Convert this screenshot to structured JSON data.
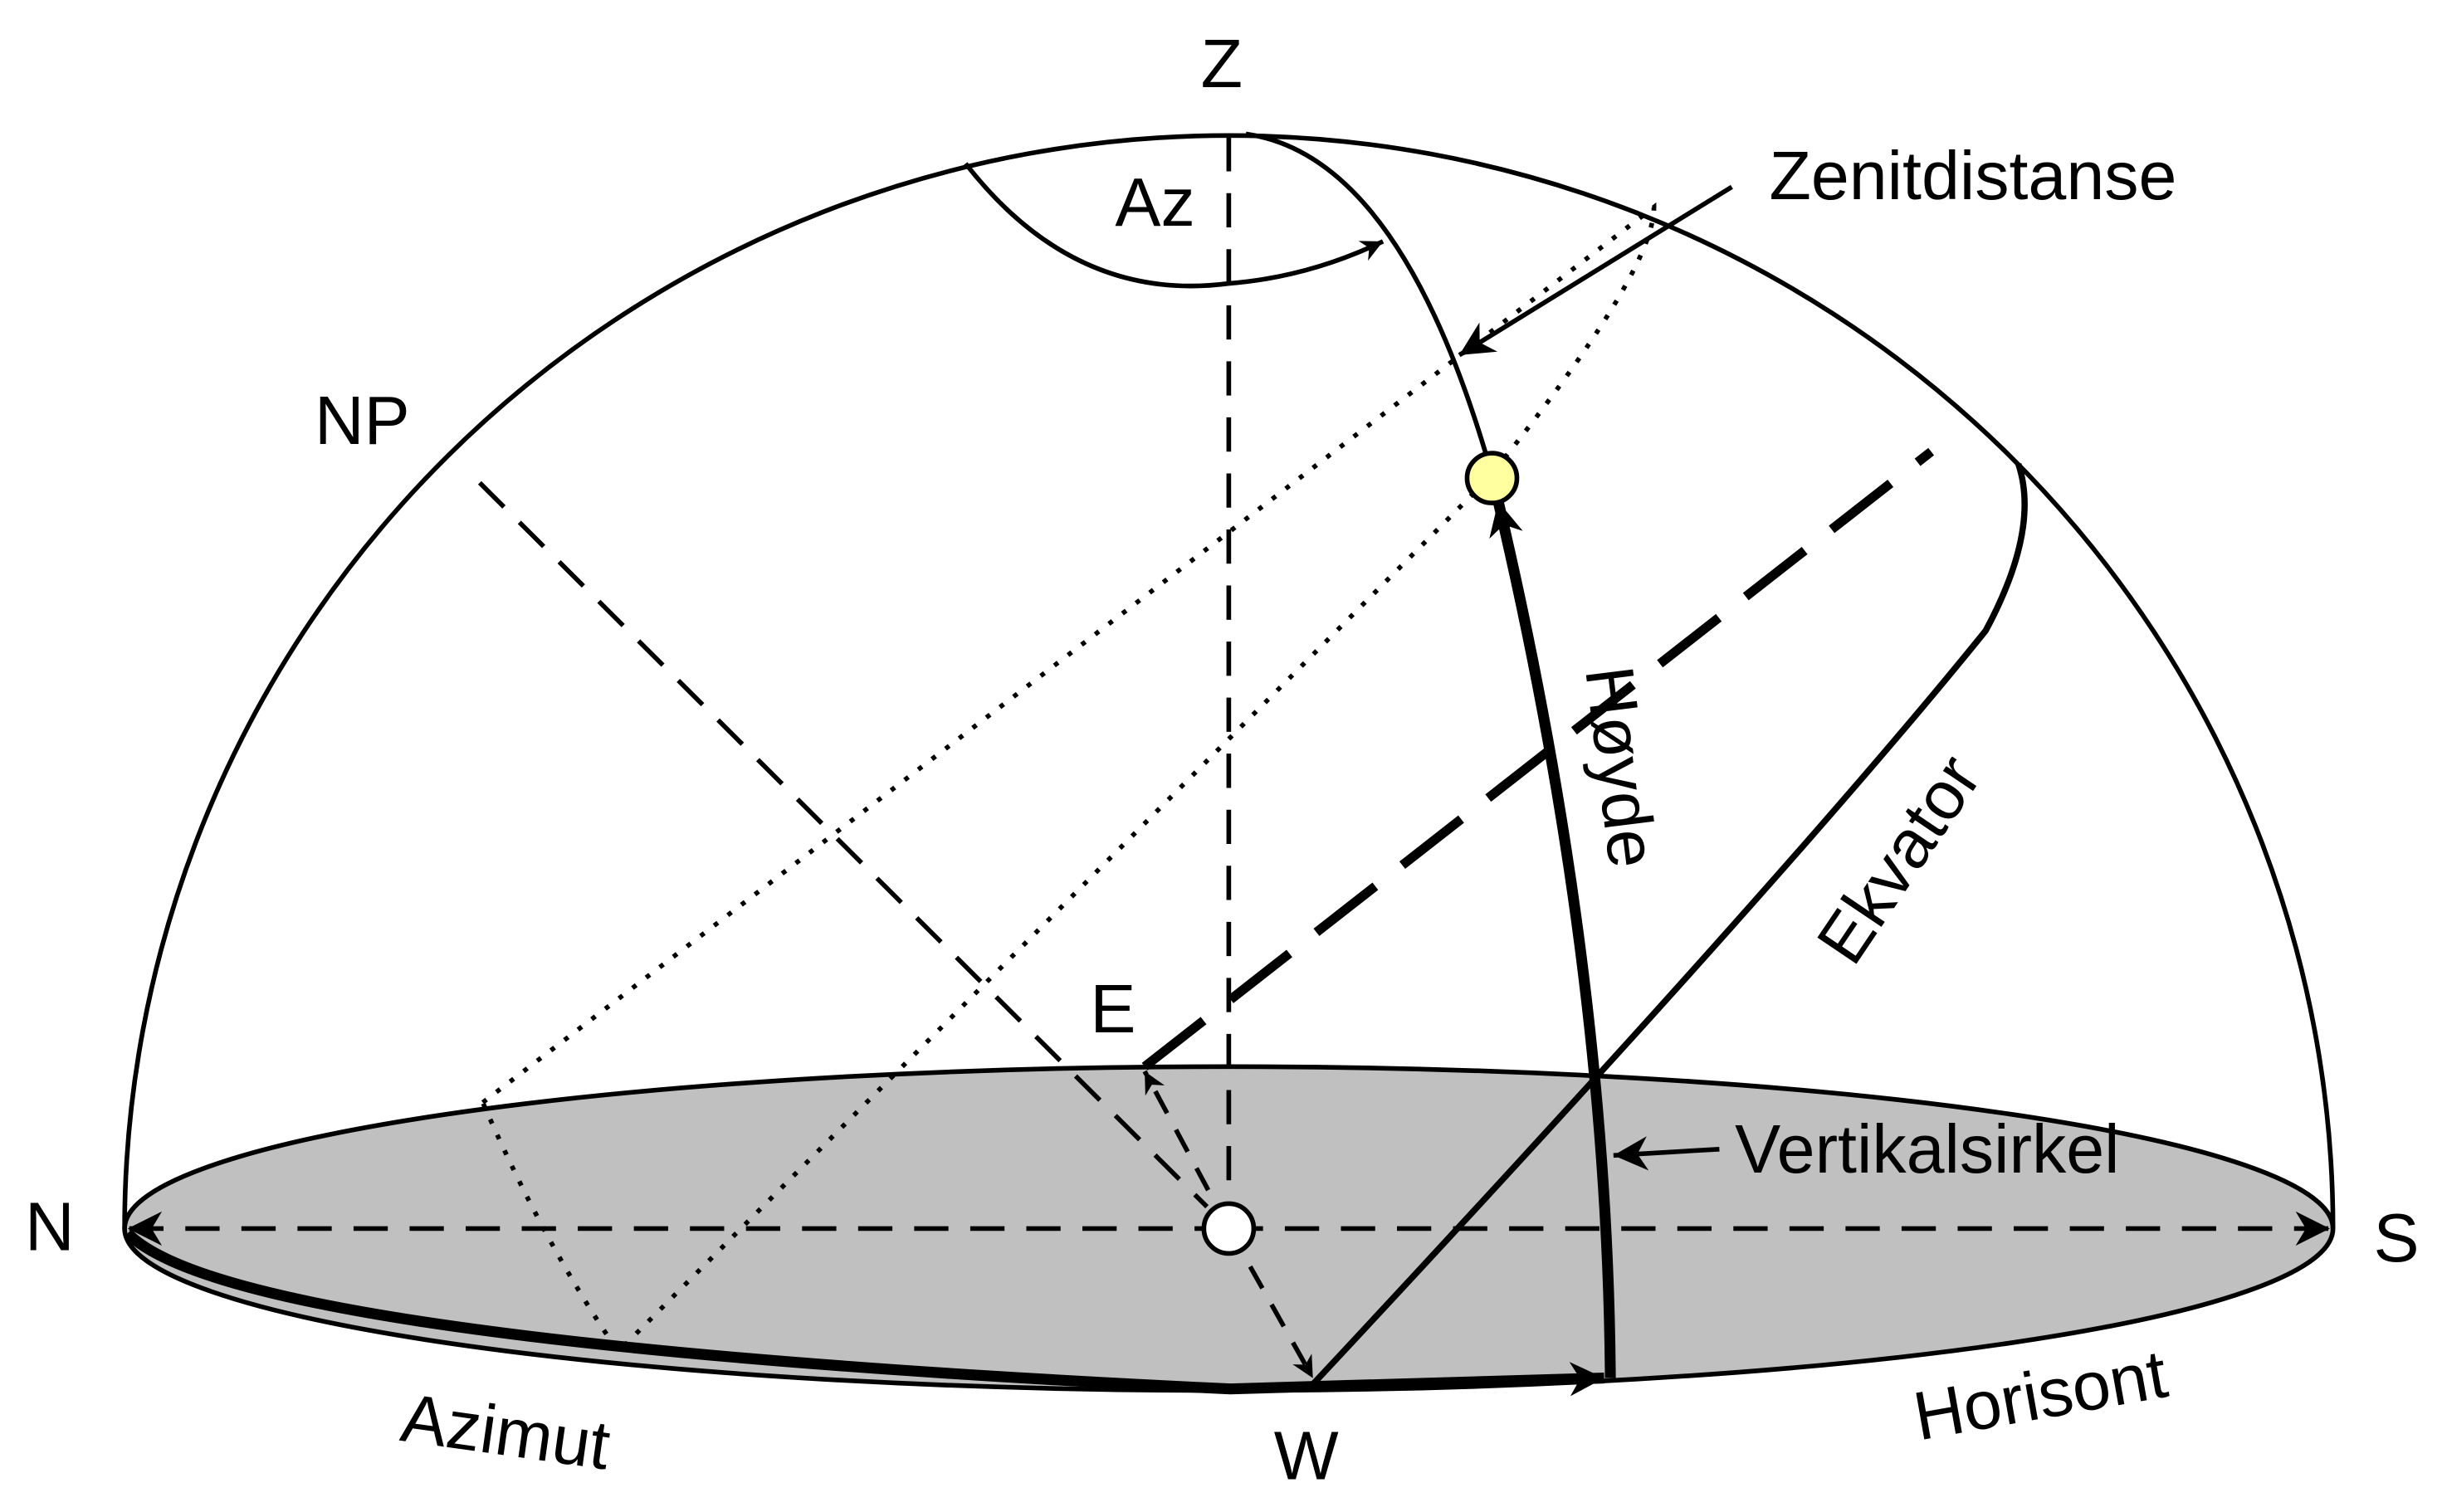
{
  "labels": {
    "zenith": "Z",
    "north_pole": "NP",
    "north": "N",
    "south": "S",
    "east": "E",
    "west": "W",
    "azimuth_angle": "Az",
    "zenith_distance": "Zenitdistanse",
    "altitude": "Høyde",
    "equator": "Ekvator",
    "vertical_circle": "Vertikalsirkel",
    "horizon": "Horisont",
    "azimuth": "Azimut"
  },
  "colors": {
    "horizon_fill": "#c0c0c0",
    "star_fill": "#ffffa0",
    "observer_fill": "#ffffff",
    "ink": "#000000"
  }
}
